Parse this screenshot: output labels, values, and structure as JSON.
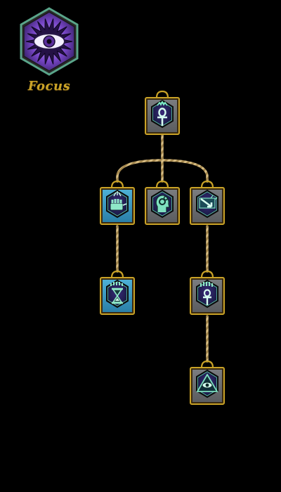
{
  "tree": {
    "title": "Focus",
    "emblem_icon": "all-seeing-eye-icon",
    "accent_color": "#c9a227",
    "rope_color": "#b99a5e"
  },
  "nodes": [
    {
      "id": "root",
      "icon": "ankh-crown-icon",
      "state": "available",
      "panel_color": "#5b5d60"
    },
    {
      "id": "b1",
      "icon": "fist-lightning-icon",
      "state": "selected",
      "panel_color": "#2a7fa8"
    },
    {
      "id": "b2",
      "icon": "mind-gears-icon",
      "state": "available",
      "panel_color": "#5b5d60"
    },
    {
      "id": "b3",
      "icon": "arrow-transfer-icon",
      "state": "available",
      "panel_color": "#5b5d60"
    },
    {
      "id": "b1c",
      "icon": "hourglass-hand-icon",
      "state": "selected",
      "panel_color": "#2a7fa8"
    },
    {
      "id": "b3c",
      "icon": "ankh-hand-icon",
      "state": "available",
      "panel_color": "#5b5d60"
    },
    {
      "id": "b3cc",
      "icon": "pyramid-eye-icon",
      "state": "available",
      "panel_color": "#5b5d60"
    }
  ]
}
